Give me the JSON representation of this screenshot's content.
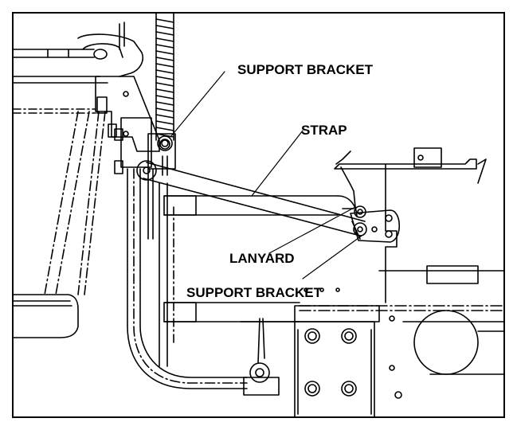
{
  "diagram": {
    "labels": {
      "support_bracket_top": "SUPPORT BRACKET",
      "strap": "STRAP",
      "lanyard": "LANYARD",
      "support_bracket_bottom": "SUPPORT BRACKET"
    },
    "colors": {
      "line": "#000000",
      "background": "#ffffff"
    }
  }
}
